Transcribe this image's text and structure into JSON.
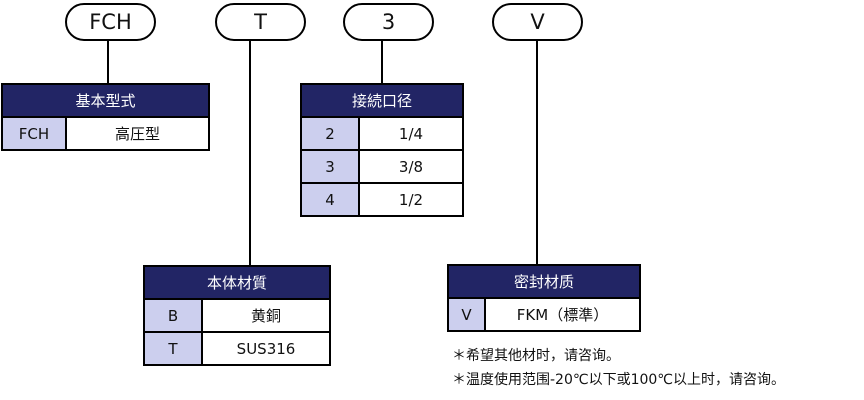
{
  "codes": [
    {
      "label": "FCH"
    },
    {
      "label": "T"
    },
    {
      "label": "3"
    },
    {
      "label": "V"
    }
  ],
  "tables": {
    "model": {
      "title": "基本型式",
      "rows": [
        {
          "code": "FCH",
          "value": "高圧型"
        }
      ]
    },
    "connection": {
      "title": "接続口径",
      "rows": [
        {
          "code": "2",
          "value": "1/4"
        },
        {
          "code": "3",
          "value": "3/8"
        },
        {
          "code": "4",
          "value": "1/2"
        }
      ]
    },
    "body_material": {
      "title": "本体材質",
      "rows": [
        {
          "code": "B",
          "value": "黄銅"
        },
        {
          "code": "T",
          "value": "SUS316"
        }
      ]
    },
    "seal_material": {
      "title": "密封材质",
      "rows": [
        {
          "code": "V",
          "value": "FKM（標準）"
        }
      ]
    }
  },
  "notes": [
    "＊希望其他材时，请咨询。",
    "＊温度使用范围-20℃以下或100℃以上时，请咨询。"
  ],
  "colors": {
    "header_bg": "#222565",
    "key_bg": "#cccfee"
  }
}
